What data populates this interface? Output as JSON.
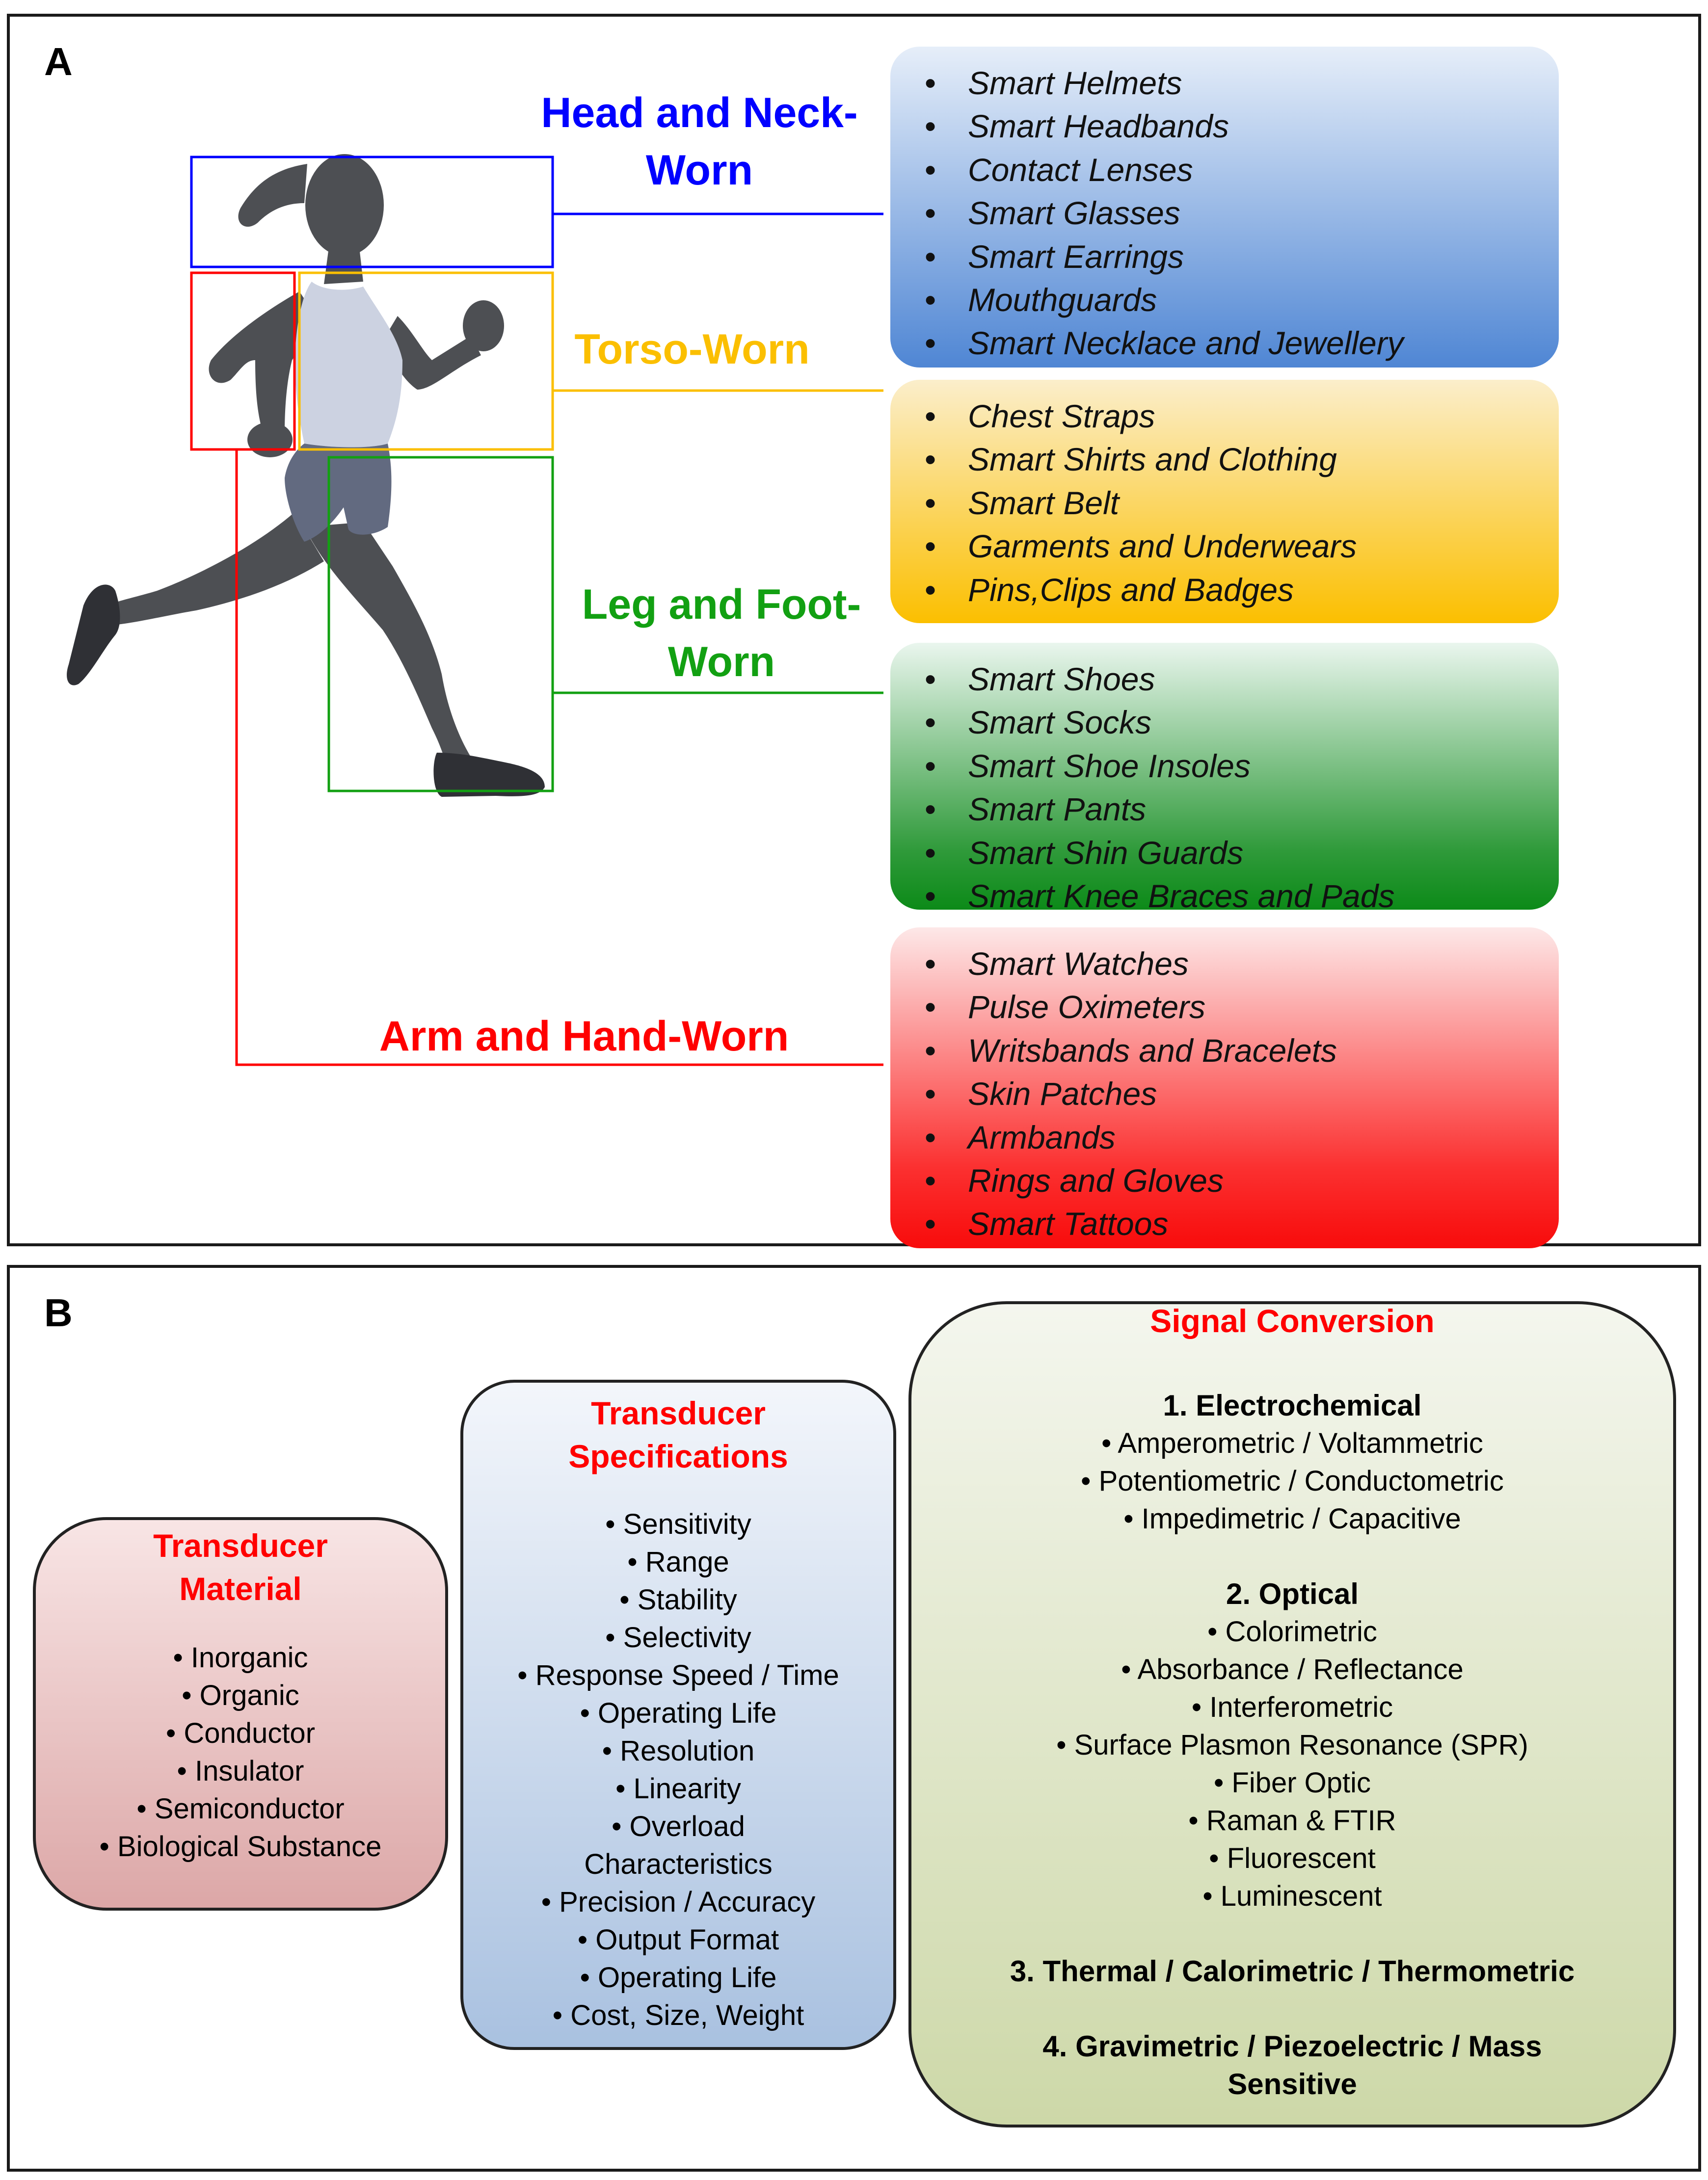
{
  "panel_a": {
    "letter": "A",
    "categories": [
      {
        "label": "Head and Neck-Worn",
        "color": "#0000ff",
        "items": [
          "Smart Helmets",
          "Smart Headbands",
          "Contact Lenses",
          "Smart Glasses",
          "Smart Earrings",
          "Mouthguards",
          "Smart Necklace and Jewellery"
        ]
      },
      {
        "label": "Torso-Worn",
        "color": "#fbbf00",
        "items": [
          "Chest Straps",
          "Smart Shirts and Clothing",
          "Smart Belt",
          "Garments and Underwears",
          "Pins,Clips and Badges"
        ]
      },
      {
        "label": "Leg and Foot-Worn",
        "color": "#12a012",
        "items": [
          "Smart Shoes",
          "Smart Socks",
          "Smart Shoe Insoles",
          "Smart Pants",
          "Smart Shin Guards",
          "Smart Knee Braces and Pads"
        ]
      },
      {
        "label": "Arm and Hand-Worn",
        "color": "#ff0000",
        "items": [
          "Smart Watches",
          "Pulse Oximeters",
          "Writsbands and Bracelets",
          "Skin Patches",
          "Armbands",
          "Rings and Gloves",
          "Smart Tattoos"
        ]
      }
    ]
  },
  "panel_b": {
    "letter": "B",
    "material": {
      "title": "Transducer Material",
      "items": [
        "Inorganic",
        "Organic",
        "Conductor",
        "Insulator",
        "Semiconductor",
        "Biological Substance"
      ]
    },
    "specifications": {
      "title": "Transducer Specifications",
      "items": [
        "Sensitivity",
        "Range",
        "Stability",
        "Selectivity",
        "Response Speed / Time",
        "Operating Life",
        "Resolution",
        "Linearity",
        "Overload Characteristics",
        "Precision / Accuracy",
        "Output Format",
        "Operating Life",
        "Cost, Size, Weight"
      ]
    },
    "signal": {
      "title": "Signal Conversion",
      "sections": [
        {
          "heading": "1. Electrochemical",
          "items": [
            "Amperometric / Voltammetric",
            "Potentiometric / Conductometric",
            "Impedimetric / Capacitive"
          ]
        },
        {
          "heading": "2. Optical",
          "items": [
            "Colorimetric",
            "Absorbance / Reflectance",
            "Interferometric",
            "Surface Plasmon Resonance (SPR)",
            "Fiber Optic",
            "Raman & FTIR",
            "Fluorescent",
            "Luminescent"
          ]
        },
        {
          "heading": "3. Thermal / Calorimetric / Thermometric",
          "items": []
        },
        {
          "heading": "4. Gravimetric / Piezoelectric / Mass Sensitive",
          "items": []
        }
      ]
    }
  }
}
